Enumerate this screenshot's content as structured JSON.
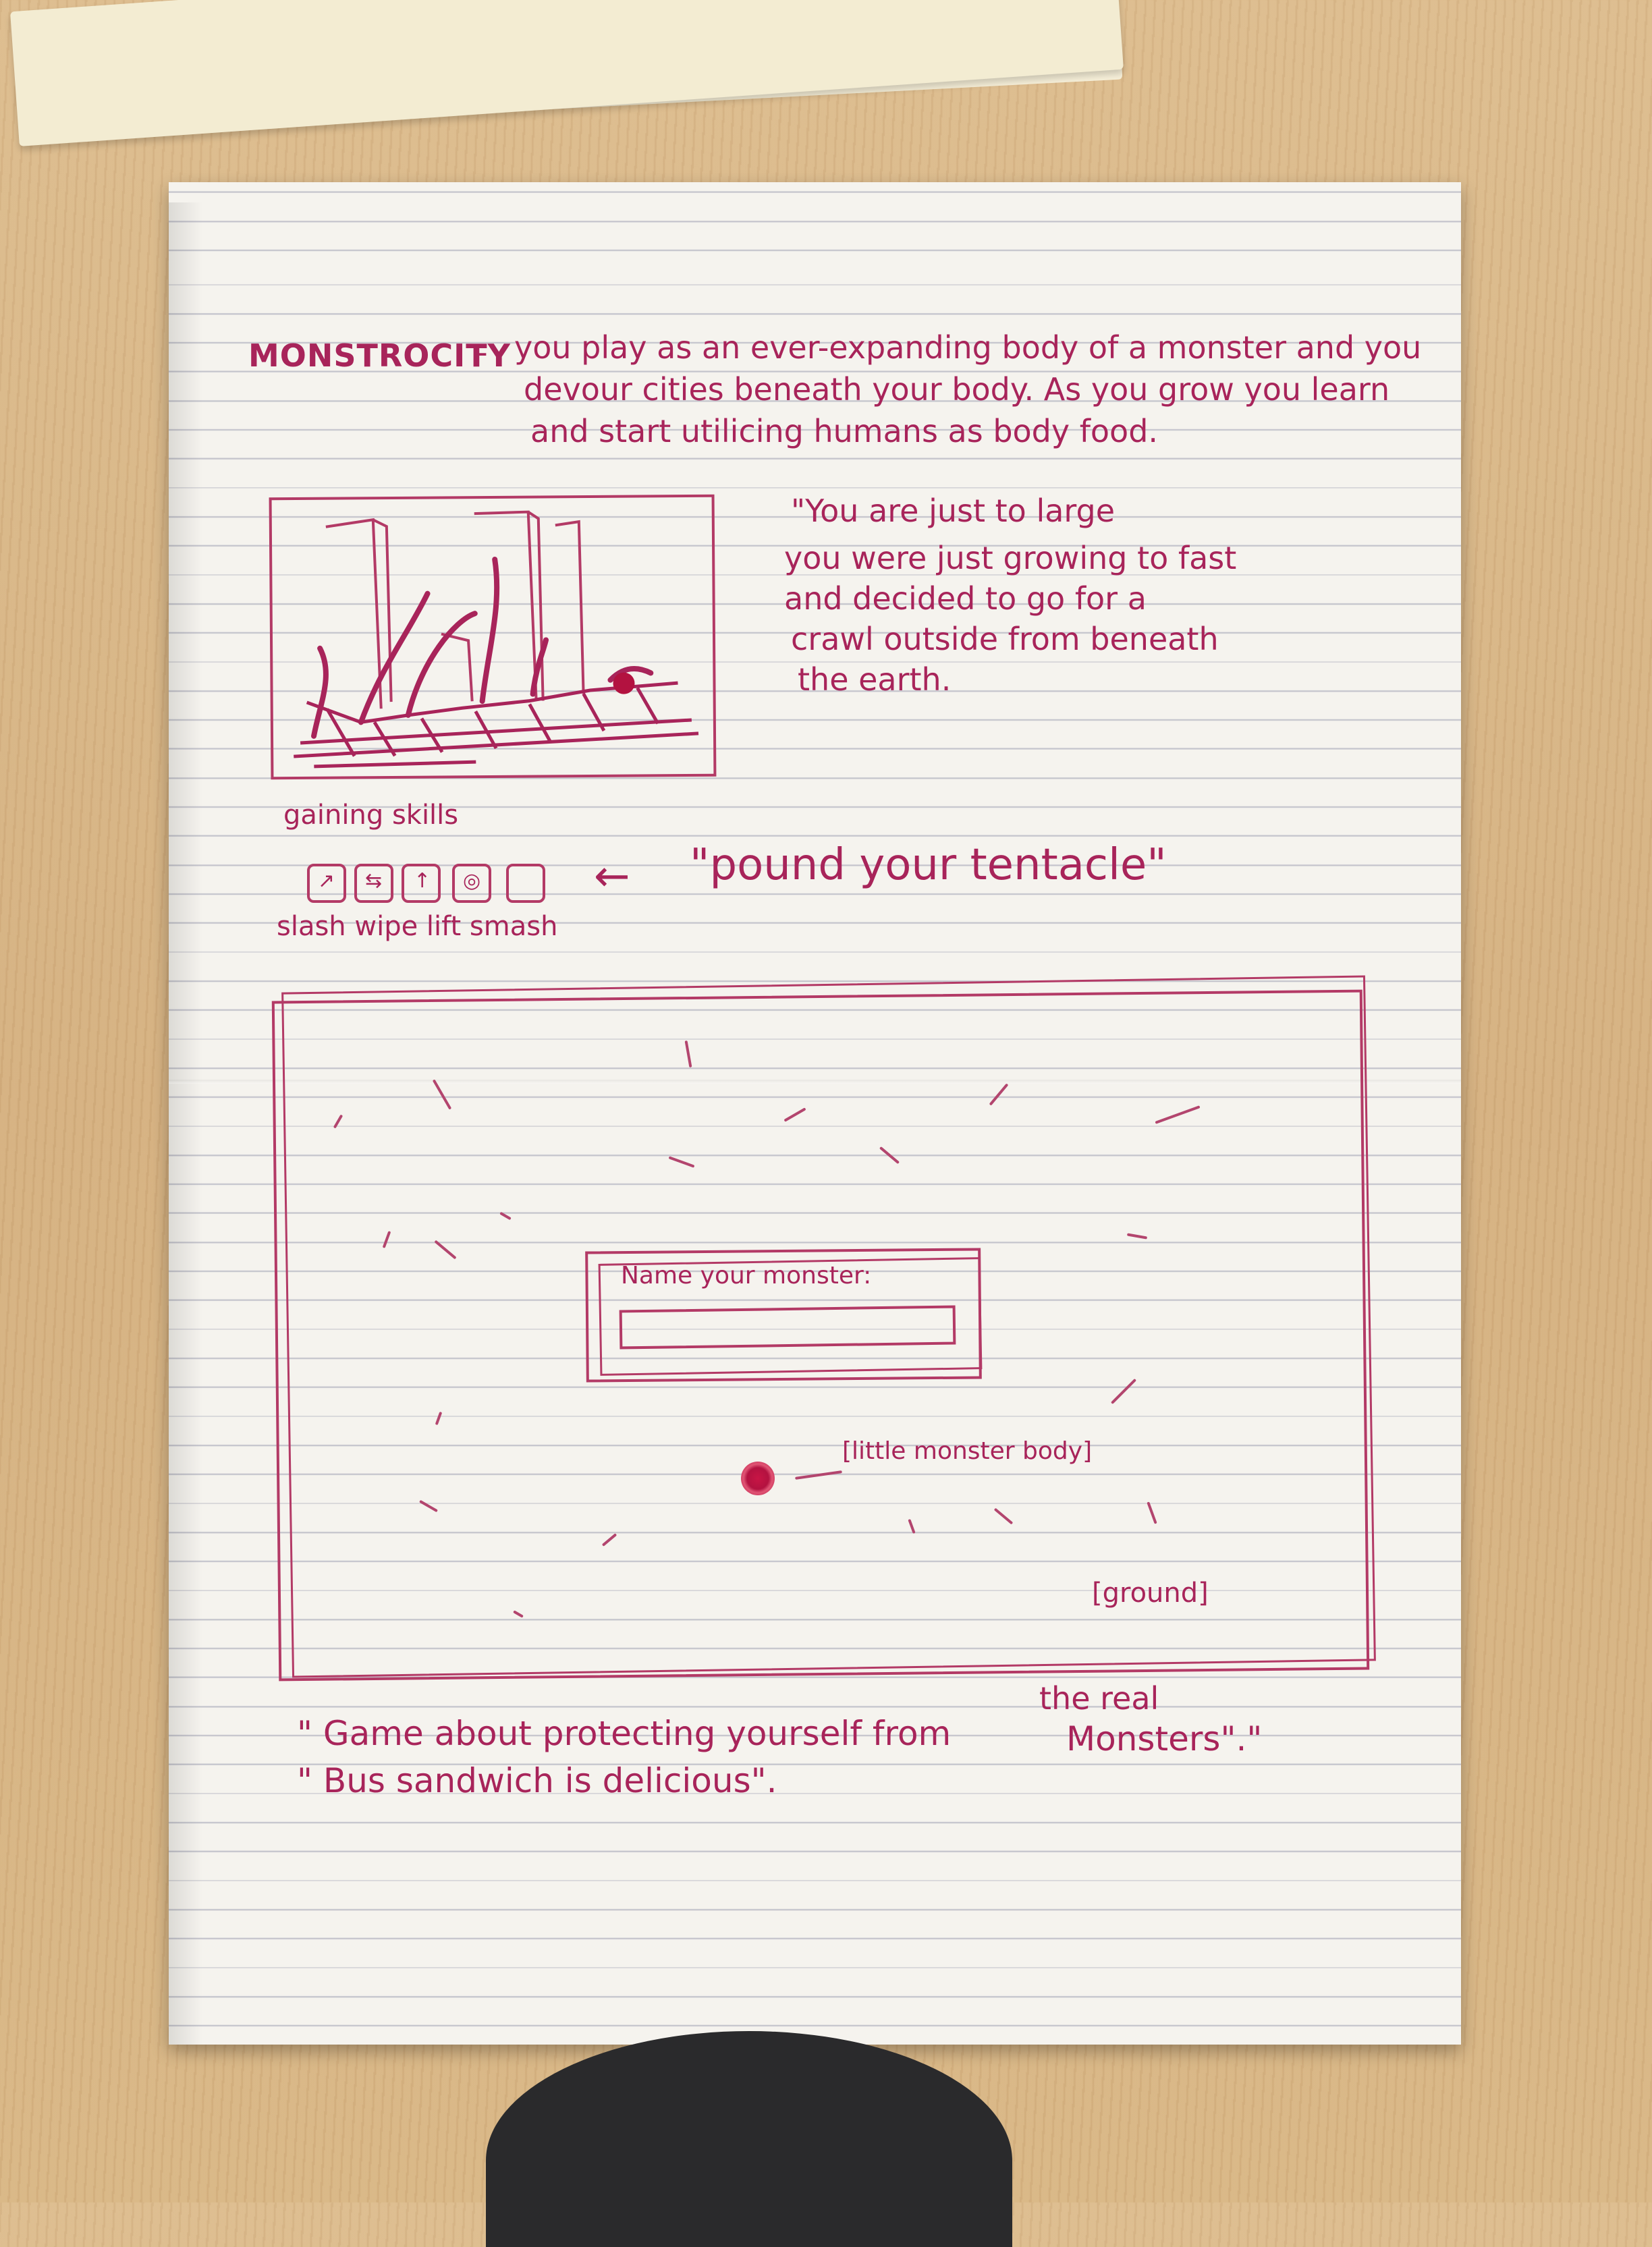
{
  "note": {
    "title": "MONSTROCITY",
    "dash": "-",
    "description": [
      "you play as an ever-expanding body of a monster and you",
      "devour cities beneath your body. As you grow you learn",
      "and start utilicing humans as body food."
    ],
    "quote_lines": [
      "\"You are just to large",
      "you were just growing to fast",
      "and decided to go for a",
      "crawl outside from beneath",
      "the earth."
    ],
    "skills_label": "gaining skills",
    "skill_names": "slash wipe lift smash",
    "tentacle_label": "\"pound your tentacle\"",
    "arrow": "←",
    "screen_prompt": "Name your monster:",
    "monster_label": "[little monster body]",
    "ground_label": "[ground]",
    "bottom_line1": "\" Game about protecting yourself from",
    "insert_text": "the real",
    "bottom_line1b": "Monsters\".\"",
    "bottom_line2": "\" Bus sandwich is delicious\"."
  },
  "colors": {
    "ink": "#a8245a",
    "paper": "#f5f3ee",
    "desk": "#d8b888"
  }
}
